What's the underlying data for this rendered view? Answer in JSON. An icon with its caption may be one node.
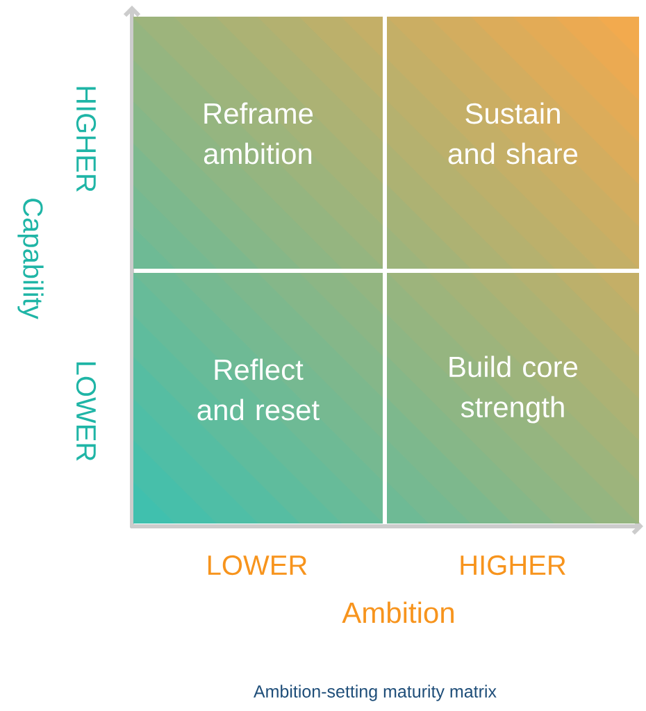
{
  "diagram": {
    "caption": "Ambition-setting maturity matrix",
    "nodes": [
      {
        "text": [
          "Reframe ambition"
        ]
      },
      {
        "text": [
          "Sustain and share"
        ]
      },
      {
        "text": [
          "Reflect and reset"
        ]
      },
      {
        "text": [
          "Build core strength"
        ]
      }
    ],
    "labels": [
      "HIGHER",
      "Capability",
      "LOWER",
      "LOWER",
      "HIGHER",
      "Ambition"
    ]
  }
}
